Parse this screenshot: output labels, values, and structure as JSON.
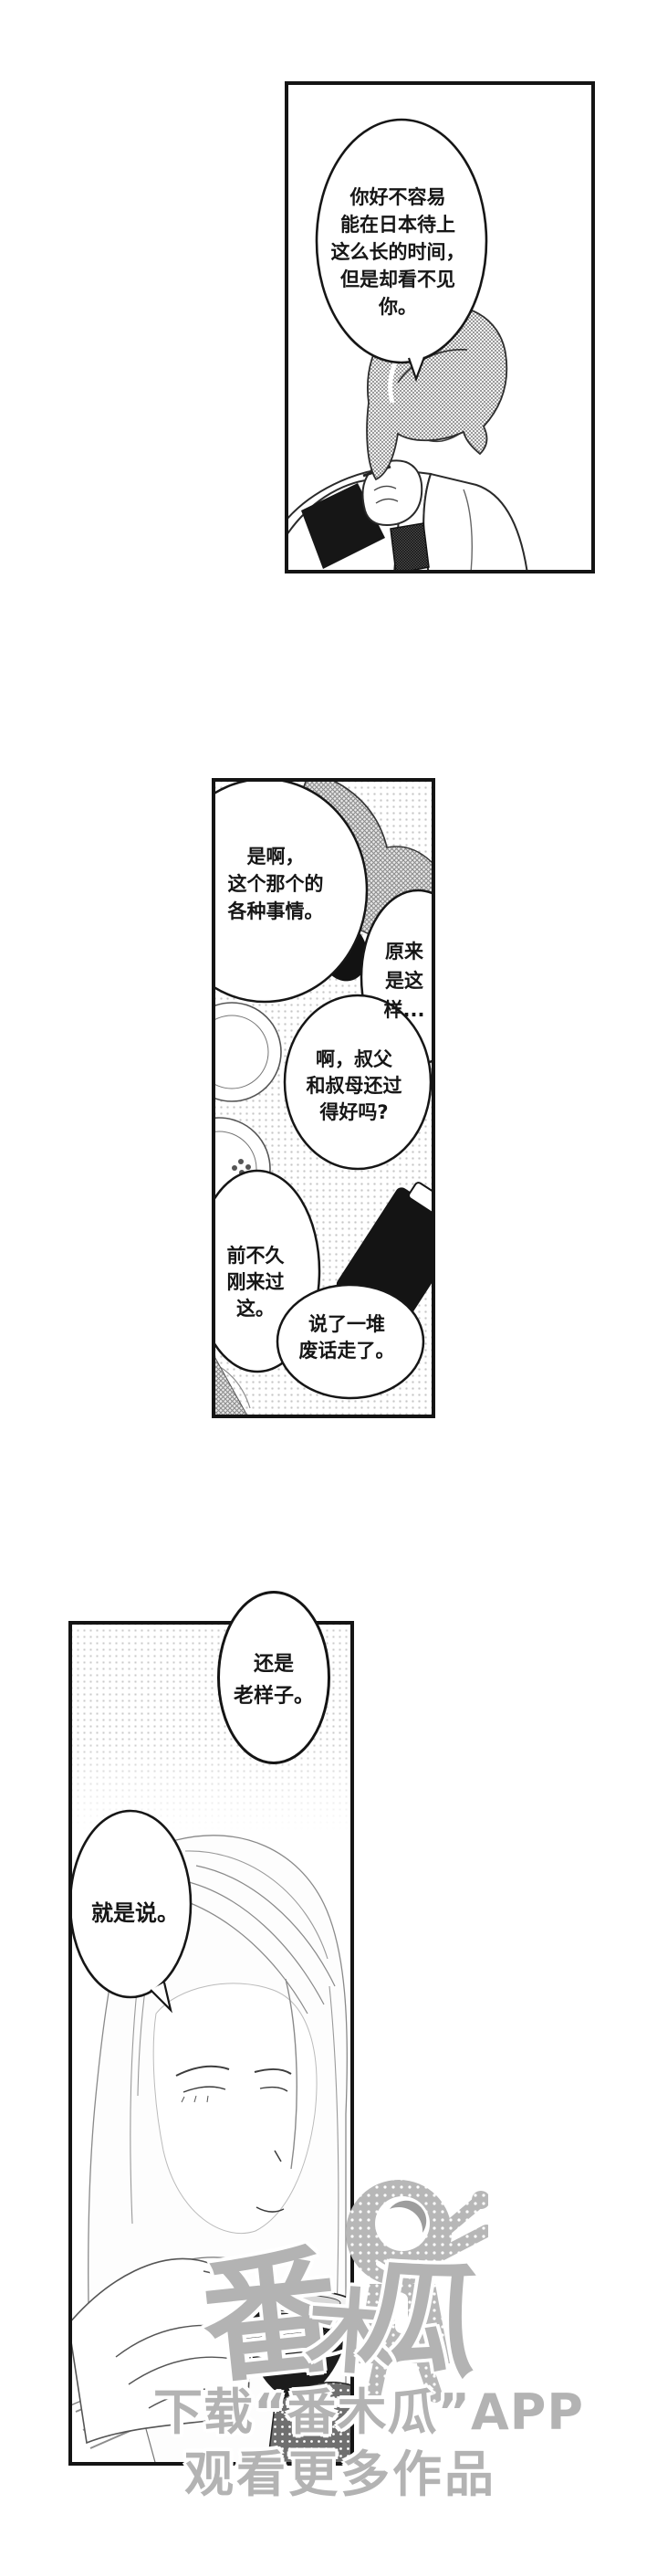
{
  "page": {
    "background": "#ffffff",
    "ink_color": "#141414",
    "tone_color": "#9a9a9a"
  },
  "panels": [
    {
      "id": "panel-1",
      "description": "short-haired character resting chin on hand at a table",
      "bubbles": [
        {
          "lines": [
            "你好不容易",
            "能在日本待上",
            "这么长的时间，",
            "但是却看不见",
            "你。"
          ]
        }
      ]
    },
    {
      "id": "panel-2",
      "description": "table scene with dishes, a dark phone and a hatched figure",
      "bubbles": [
        {
          "lines": [
            "是啊，",
            "这个那个的",
            "各种事情。"
          ]
        },
        {
          "lines": [
            "原来",
            "是这",
            "样..."
          ]
        },
        {
          "lines": [
            "啊，叔父",
            "和叔母还过",
            "得好吗?"
          ]
        },
        {
          "lines": [
            "前不久",
            "刚来过",
            "这。"
          ]
        },
        {
          "lines": [
            "说了一堆",
            "废话走了。"
          ]
        }
      ]
    },
    {
      "id": "panel-3",
      "description": "long-haired woman drinking tea from a dark bowl",
      "bubbles": [
        {
          "lines": [
            "还是",
            "老样子。"
          ]
        },
        {
          "lines": [
            "就是说。"
          ]
        }
      ]
    }
  ],
  "watermark": {
    "logo_chars": [
      "番",
      "木",
      "瓜"
    ],
    "line1": "下载“番木瓜”APP",
    "line2": "观看更多作品",
    "color": "#b3b3b3"
  }
}
